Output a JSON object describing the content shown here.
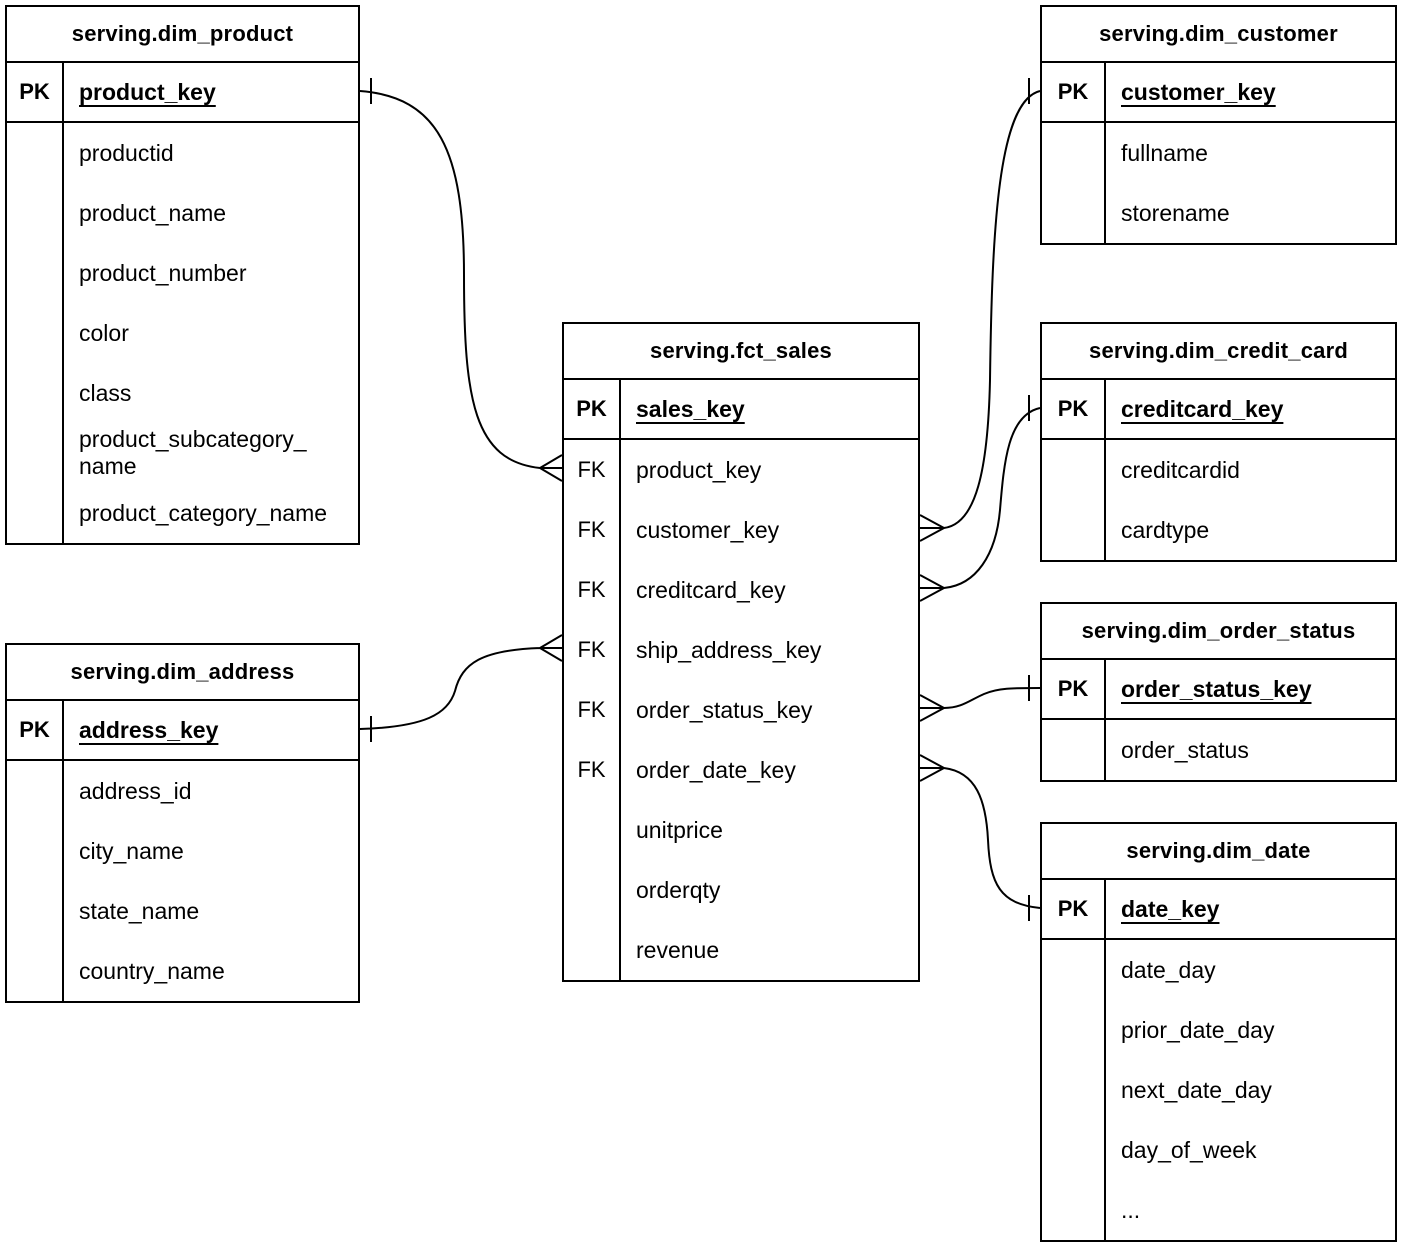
{
  "diagram": {
    "colors": {
      "line": "#000000",
      "background": "#ffffff",
      "text": "#000000"
    },
    "entities": [
      {
        "id": "dim_product",
        "title": "serving.dim_product",
        "key_label": "PK",
        "primary_key": "product_key",
        "rows": [
          {
            "key_label": "",
            "name": "productid"
          },
          {
            "key_label": "",
            "name": "product_name"
          },
          {
            "key_label": "",
            "name": "product_number"
          },
          {
            "key_label": "",
            "name": "color"
          },
          {
            "key_label": "",
            "name": "class"
          },
          {
            "key_label": "",
            "name": "product_subcategory_\nname"
          },
          {
            "key_label": "",
            "name": "product_category_name"
          }
        ]
      },
      {
        "id": "dim_address",
        "title": "serving.dim_address",
        "key_label": "PK",
        "primary_key": "address_key",
        "rows": [
          {
            "key_label": "",
            "name": "address_id"
          },
          {
            "key_label": "",
            "name": "city_name"
          },
          {
            "key_label": "",
            "name": "state_name"
          },
          {
            "key_label": "",
            "name": "country_name"
          }
        ]
      },
      {
        "id": "fct_sales",
        "title": "serving.fct_sales",
        "key_label": "PK",
        "primary_key": "sales_key",
        "rows": [
          {
            "key_label": "FK",
            "name": "product_key"
          },
          {
            "key_label": "FK",
            "name": "customer_key"
          },
          {
            "key_label": "FK",
            "name": "creditcard_key"
          },
          {
            "key_label": "FK",
            "name": "ship_address_key"
          },
          {
            "key_label": "FK",
            "name": "order_status_key"
          },
          {
            "key_label": "FK",
            "name": "order_date_key"
          },
          {
            "key_label": "",
            "name": "unitprice"
          },
          {
            "key_label": "",
            "name": "orderqty"
          },
          {
            "key_label": "",
            "name": "revenue"
          }
        ]
      },
      {
        "id": "dim_customer",
        "title": "serving.dim_customer",
        "key_label": "PK",
        "primary_key": "customer_key",
        "rows": [
          {
            "key_label": "",
            "name": "fullname"
          },
          {
            "key_label": "",
            "name": "storename"
          }
        ]
      },
      {
        "id": "dim_credit_card",
        "title": "serving.dim_credit_card",
        "key_label": "PK",
        "primary_key": "creditcard_key",
        "rows": [
          {
            "key_label": "",
            "name": "creditcardid"
          },
          {
            "key_label": "",
            "name": "cardtype"
          }
        ]
      },
      {
        "id": "dim_order_status",
        "title": "serving.dim_order_status",
        "key_label": "PK",
        "primary_key": "order_status_key",
        "rows": [
          {
            "key_label": "",
            "name": "order_status"
          }
        ]
      },
      {
        "id": "dim_date",
        "title": "serving.dim_date",
        "key_label": "PK",
        "primary_key": "date_key",
        "rows": [
          {
            "key_label": "",
            "name": "date_day"
          },
          {
            "key_label": "",
            "name": "prior_date_day"
          },
          {
            "key_label": "",
            "name": "next_date_day"
          },
          {
            "key_label": "",
            "name": "day_of_week"
          },
          {
            "key_label": "",
            "name": "..."
          }
        ]
      }
    ],
    "relationships": [
      {
        "from_table": "serving.fct_sales",
        "from_field": "product_key",
        "to_table": "serving.dim_product",
        "to_field": "product_key",
        "from_cardinality": "many",
        "to_cardinality": "one"
      },
      {
        "from_table": "serving.fct_sales",
        "from_field": "ship_address_key",
        "to_table": "serving.dim_address",
        "to_field": "address_key",
        "from_cardinality": "many",
        "to_cardinality": "one"
      },
      {
        "from_table": "serving.fct_sales",
        "from_field": "customer_key",
        "to_table": "serving.dim_customer",
        "to_field": "customer_key",
        "from_cardinality": "many",
        "to_cardinality": "one"
      },
      {
        "from_table": "serving.fct_sales",
        "from_field": "creditcard_key",
        "to_table": "serving.dim_credit_card",
        "to_field": "creditcard_key",
        "from_cardinality": "many",
        "to_cardinality": "one"
      },
      {
        "from_table": "serving.fct_sales",
        "from_field": "order_status_key",
        "to_table": "serving.dim_order_status",
        "to_field": "order_status_key",
        "from_cardinality": "many",
        "to_cardinality": "one"
      },
      {
        "from_table": "serving.fct_sales",
        "from_field": "order_date_key",
        "to_table": "serving.dim_date",
        "to_field": "date_key",
        "from_cardinality": "many",
        "to_cardinality": "one"
      }
    ]
  }
}
